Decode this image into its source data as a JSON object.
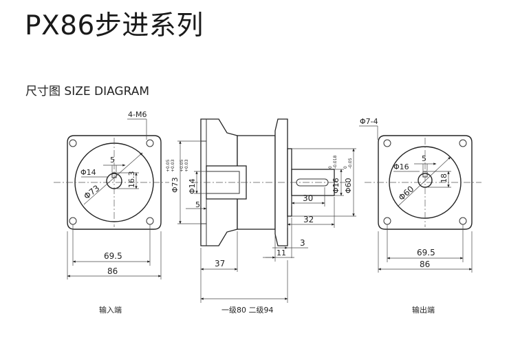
{
  "header": {
    "title": "PX86步进系列",
    "subtitle": "尺寸图 SIZE DIAGRAM"
  },
  "input_view": {
    "caption": "输入端",
    "holes_label": "4-M6",
    "key_width": "5",
    "bore_label": "Φ14",
    "key_height": "16.3",
    "pcd_label": "Φ73",
    "inner_span": "69.5",
    "outer_span": "86"
  },
  "side_view": {
    "caption": "一级80  二级94",
    "pilot_label": "Φ73",
    "pilot_tol_upper": "+0.05",
    "pilot_tol_lower": "+0.03",
    "bore_label": "Φ14",
    "bore_tol_upper": "+0.05",
    "bore_tol_lower": "+0.03",
    "bore_step": "5",
    "shaft_label": "Φ16",
    "shaft_tol_upper": "0",
    "shaft_tol_lower": "-0.018",
    "spigot_label": "Φ60",
    "spigot_tol_upper": "0",
    "spigot_tol_lower": "-0.05",
    "key_length": "30",
    "shaft_length": "32",
    "spigot_depth": "3",
    "flange_thickness": "11",
    "input_depth": "37"
  },
  "output_view": {
    "caption": "输出端",
    "holes_label": "Φ7-4",
    "key_width": "5",
    "shaft_label": "Φ16",
    "key_height": "18",
    "pcd_label": "Φ60",
    "inner_span": "69.5",
    "outer_span": "86"
  }
}
